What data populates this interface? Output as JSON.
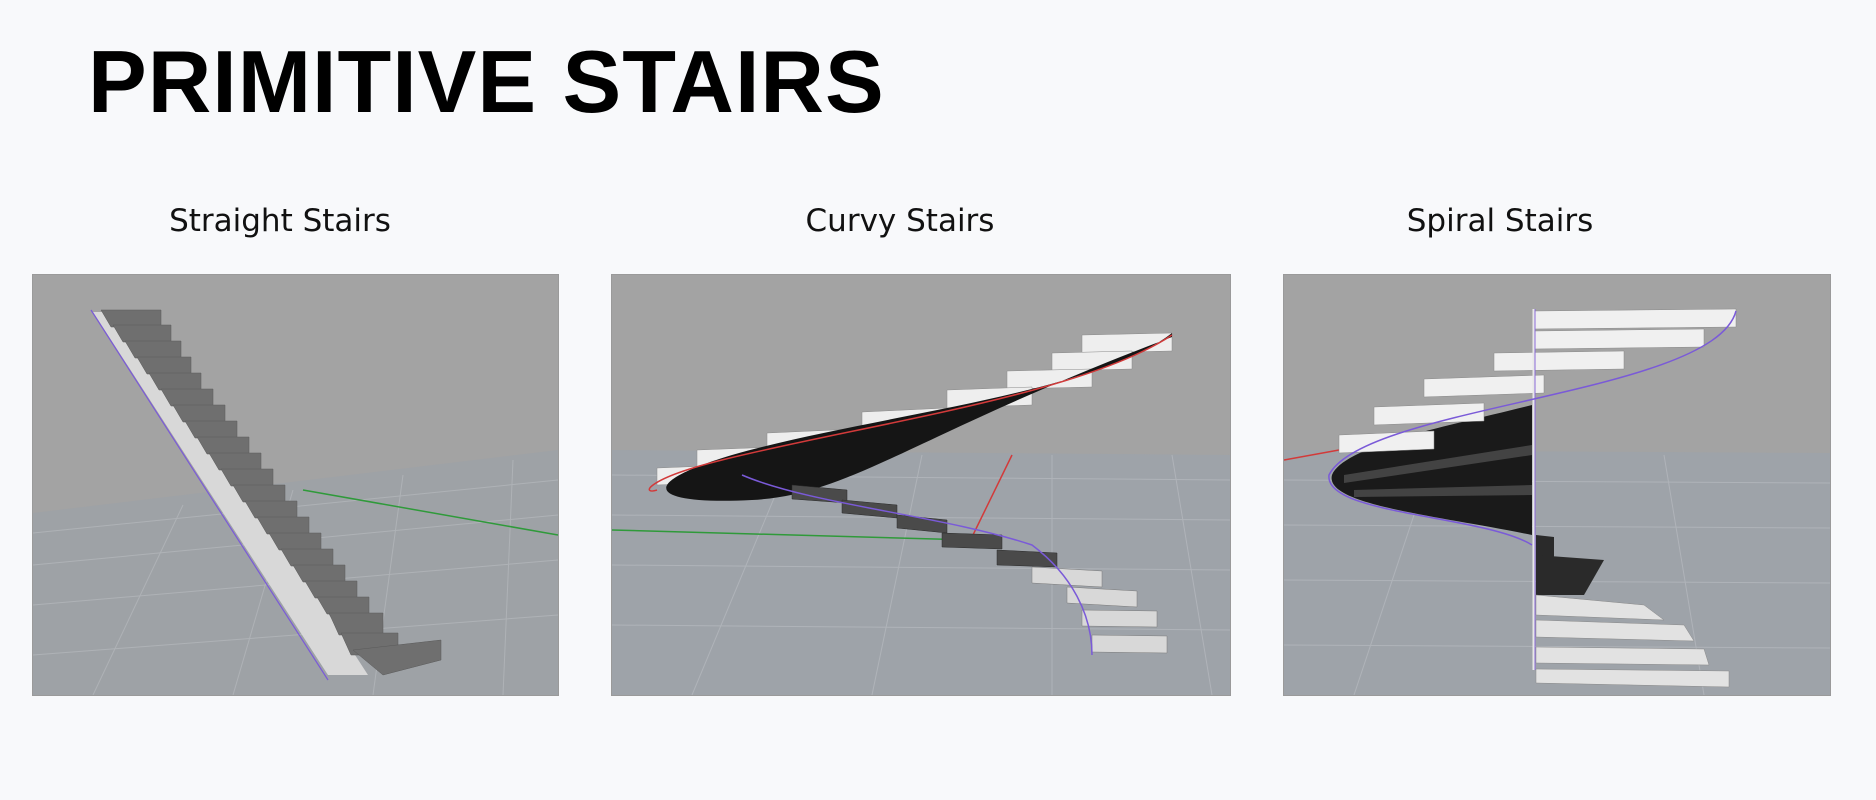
{
  "slide": {
    "title": "PRIMITIVE STAIRS"
  },
  "panels": [
    {
      "caption": "Straight Stairs",
      "image_alt": "Straight stairs 3D viewport"
    },
    {
      "caption": "Curvy Stairs",
      "image_alt": "Curvy stairs 3D viewport"
    },
    {
      "caption": "Spiral Stairs",
      "image_alt": "Spiral stairs 3D viewport"
    }
  ],
  "colors": {
    "background": "#f8f9fb",
    "viewport_sky": "#a3a3a3",
    "viewport_ground": "#9fa3a8",
    "axis_x": "#d23a3a",
    "axis_y": "#2f9a3a",
    "edge": "#7a5ad8"
  }
}
